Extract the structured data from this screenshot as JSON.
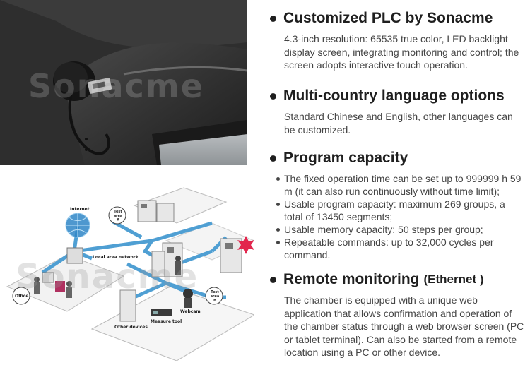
{
  "watermark": "Sonacme",
  "diagram": {
    "labels": {
      "internet": "Internet",
      "test_area_a": "Test area A",
      "test_area_b": "Test area B",
      "local_area_network": "Local area network",
      "office": "Office",
      "webcam": "Webcam",
      "measure_tool": "Measure tool",
      "other_devices": "Other devices"
    }
  },
  "sections": [
    {
      "title": "Customized PLC by Sonacme",
      "text": "4.3-inch resolution: 65535 true color, LED backlight display screen, integrating monitoring and control; the screen adopts interactive touch operation."
    },
    {
      "title": "Multi-country language options",
      "text": "Standard Chinese and English, other languages can be customized."
    },
    {
      "title": "Program capacity",
      "items": [
        "The fixed operation time can be set up to 999999 h 59 m (it can also run continuously without time limit);",
        "Usable program capacity: maximum 269 groups, a total of 13450 segments;",
        "Usable memory capacity: 50 steps per group;",
        "Repeatable commands: up to 32,000 cycles per command."
      ]
    },
    {
      "title": "Remote monitoring",
      "title_suffix": "(Ethernet )",
      "text": "The chamber is equipped with a unique web application that allows confirmation and operation of the chamber status through a web browser screen (PC or tablet terminal). Can also be started from a remote location using a PC or other device."
    }
  ]
}
